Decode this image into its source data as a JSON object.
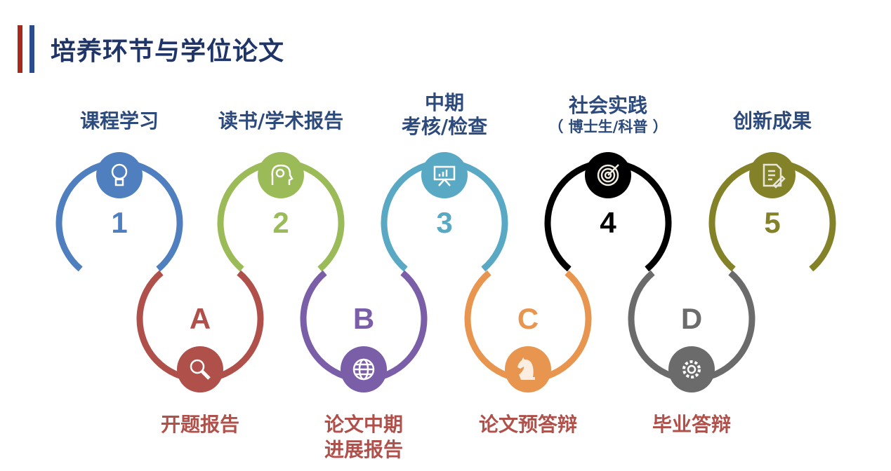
{
  "title": "培养环节与学位论文",
  "colors": {
    "title": "#1f3467",
    "bar_red": "#a52a1c",
    "bar_blue": "#2b4b8f",
    "top_label": "#2c4a7c",
    "bottom_label": "#b0504a"
  },
  "steps": [
    {
      "num": "1",
      "label": "课程学习",
      "sub": "",
      "color": "#4f7fbf",
      "icon": "lightbulb-icon"
    },
    {
      "num": "2",
      "label": "读书/学术报告",
      "sub": "",
      "color": "#9bbb59",
      "icon": "brain-head-icon"
    },
    {
      "num": "3",
      "label": "中期\n考核/检查",
      "sub": "",
      "color": "#5aa9c4",
      "icon": "presentation-chart-icon"
    },
    {
      "num": "4",
      "label": "社会实践",
      "sub": "（ 博士生/科普 ）",
      "color": "#000000",
      "icon": "target-icon"
    },
    {
      "num": "5",
      "label": "创新成果",
      "sub": "",
      "color": "#848228",
      "icon": "document-pen-icon"
    }
  ],
  "stages": [
    {
      "letter": "A",
      "label": "开题报告",
      "color": "#b0504a",
      "icon": "magnifier-icon"
    },
    {
      "letter": "B",
      "label": "论文中期\n进展报告",
      "color": "#7a5ea8",
      "icon": "globe-icon"
    },
    {
      "letter": "C",
      "label": "论文预答辩",
      "color": "#e8964f",
      "icon": "chess-knight-icon"
    },
    {
      "letter": "D",
      "label": "毕业答辩",
      "color": "#6b6b6b",
      "icon": "gear-icon"
    }
  ]
}
